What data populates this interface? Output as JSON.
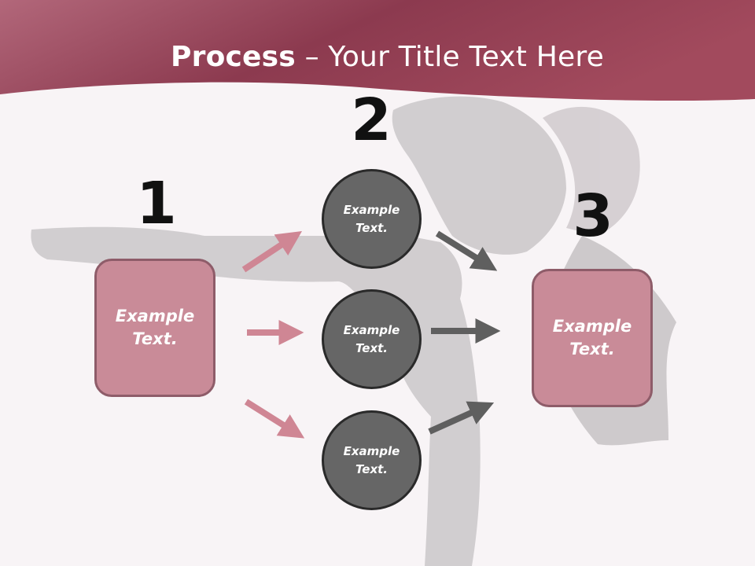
{
  "title": {
    "bold": "Process",
    "rest": " – Your Title Text Here"
  },
  "steps": [
    {
      "number": "1",
      "text": "Example\nText."
    },
    {
      "number": "2",
      "items": [
        "Example\nText.",
        "Example\nText.",
        "Example\nText."
      ]
    },
    {
      "number": "3",
      "text": "Example\nText."
    }
  ],
  "colors": {
    "header": "#9b4556",
    "box_fill": "#c98b98",
    "circle_fill": "#666666",
    "arrow_pink": "#cf8694",
    "arrow_gray": "#5f5f5f"
  }
}
